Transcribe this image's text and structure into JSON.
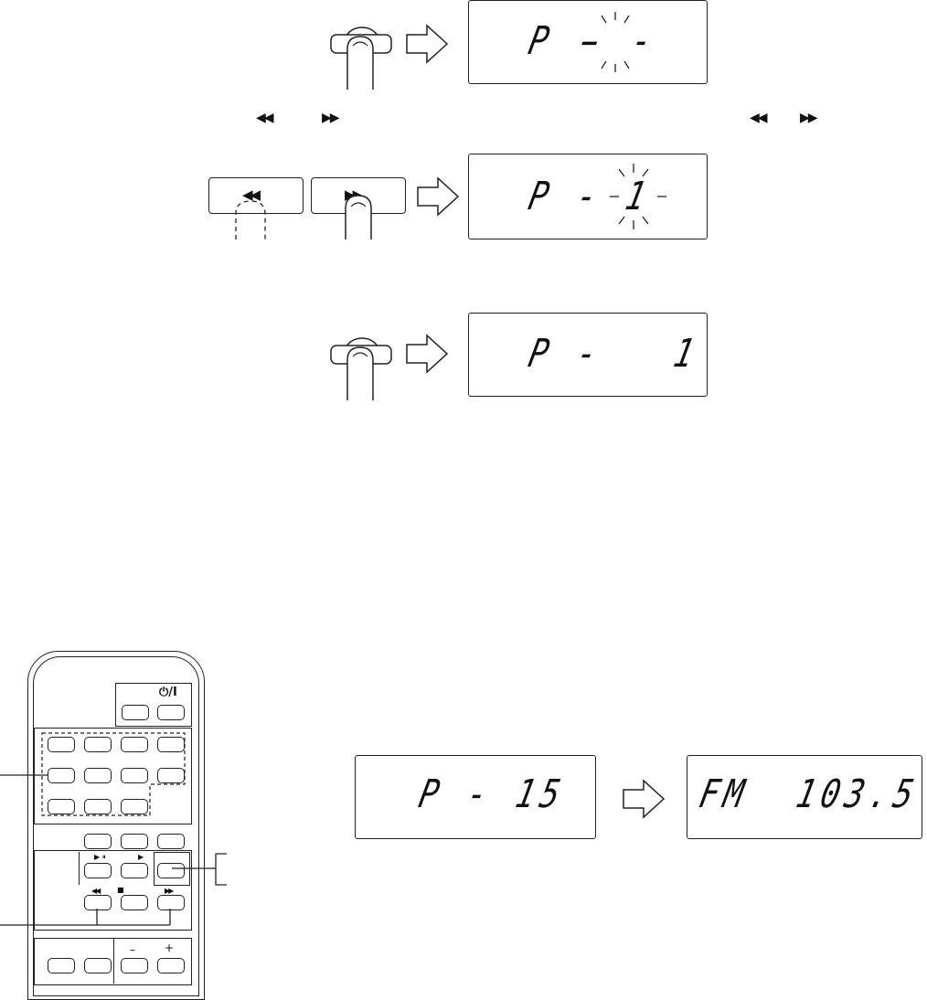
{
  "step1": {
    "display_text": "P -",
    "display_blink": "- -"
  },
  "step2": {
    "prev_symbol": "◀◀",
    "next_symbol": "▶▶",
    "ref_prev_1": "◀◀",
    "ref_next_1": "▶▶",
    "ref_prev_2": "◀◀",
    "ref_next_2": "▶▶",
    "display_text": "P -",
    "display_blink": "1"
  },
  "step3": {
    "display_text": "P -   1"
  },
  "recall": {
    "display_preset": "P - 15",
    "display_station": "FM  103.5"
  },
  "remote": {
    "power_label": "⏻/I",
    "play_pause_label": "▶ ⏸",
    "play_label": "▶",
    "prev_label": "◀◀",
    "stop_label": "■",
    "next_label": "▶▶",
    "minus_label": "–",
    "plus_label": "+"
  }
}
